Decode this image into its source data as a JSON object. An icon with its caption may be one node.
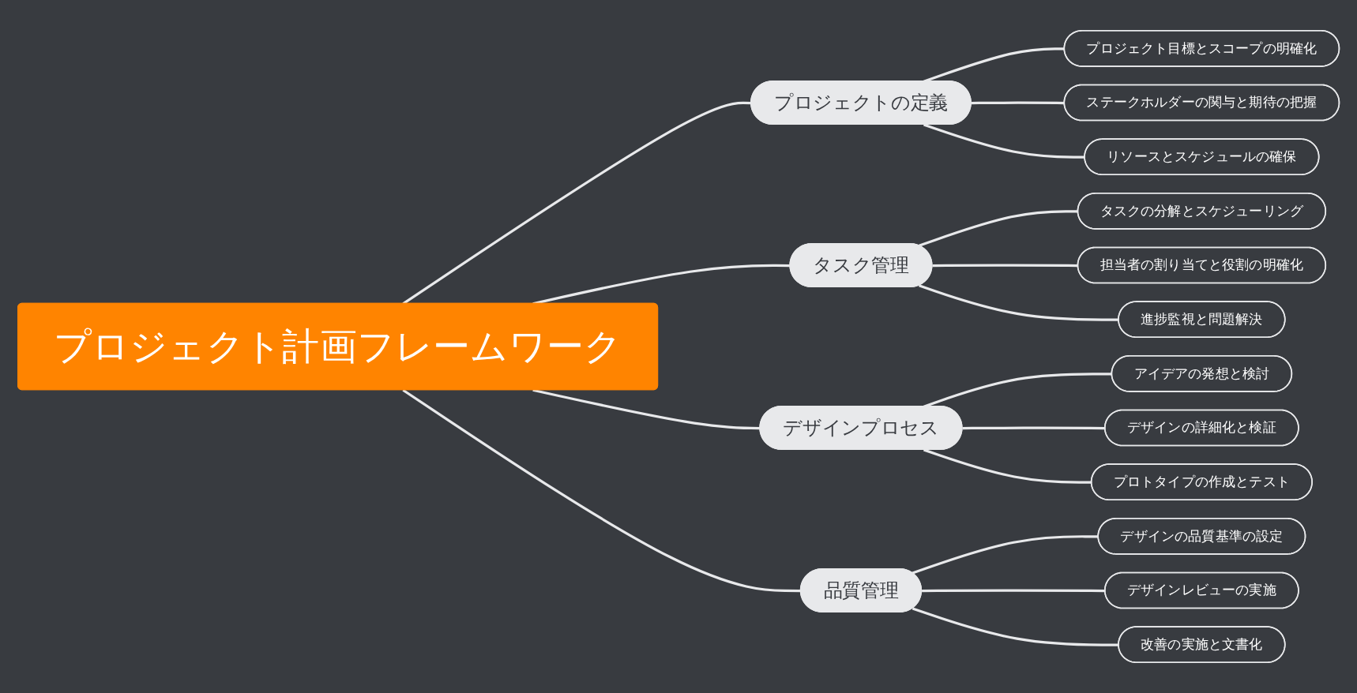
{
  "diagram": {
    "nodes": [
      {
        "text": [
          "プロジェクト計画フレームワーク"
        ]
      },
      {
        "text": [
          "プロジェクトの定義"
        ]
      },
      {
        "text": [
          "プロジェクト目標とスコープの明確化"
        ]
      },
      {
        "text": [
          "ステークホルダーの関与と期待の把握"
        ]
      },
      {
        "text": [
          "リソースとスケジュールの確保"
        ]
      },
      {
        "text": [
          "タスク管理"
        ]
      },
      {
        "text": [
          "タスクの分解とスケジューリング"
        ]
      },
      {
        "text": [
          "担当者の割り当てと役割の明確化"
        ]
      },
      {
        "text": [
          "進捗監視と問題解決"
        ]
      },
      {
        "text": [
          "デザインプロセス"
        ]
      },
      {
        "text": [
          "アイデアの発想と検討"
        ]
      },
      {
        "text": [
          "デザインの詳細化と検証"
        ]
      },
      {
        "text": [
          "プロトタイプの作成とテスト"
        ]
      },
      {
        "text": [
          "品質管理"
        ]
      },
      {
        "text": [
          "デザインの品質基準の設定"
        ]
      },
      {
        "text": [
          "デザインレビューの実施"
        ]
      },
      {
        "text": [
          "改善の実施と文書化"
        ]
      }
    ],
    "edges": [
      {
        "from": 0,
        "to": 1,
        "arrow": "none"
      },
      {
        "from": 1,
        "to": 2,
        "arrow": "none"
      },
      {
        "from": 1,
        "to": 3,
        "arrow": "none"
      },
      {
        "from": 1,
        "to": 4,
        "arrow": "none"
      },
      {
        "from": 0,
        "to": 5,
        "arrow": "none"
      },
      {
        "from": 5,
        "to": 6,
        "arrow": "none"
      },
      {
        "from": 5,
        "to": 7,
        "arrow": "none"
      },
      {
        "from": 5,
        "to": 8,
        "arrow": "none"
      },
      {
        "from": 0,
        "to": 9,
        "arrow": "none"
      },
      {
        "from": 9,
        "to": 10,
        "arrow": "none"
      },
      {
        "from": 9,
        "to": 11,
        "arrow": "none"
      },
      {
        "from": 9,
        "to": 12,
        "arrow": "none"
      },
      {
        "from": 0,
        "to": 13,
        "arrow": "none"
      },
      {
        "from": 13,
        "to": 14,
        "arrow": "none"
      },
      {
        "from": 13,
        "to": 15,
        "arrow": "none"
      },
      {
        "from": 13,
        "to": 16,
        "arrow": "none"
      }
    ]
  }
}
